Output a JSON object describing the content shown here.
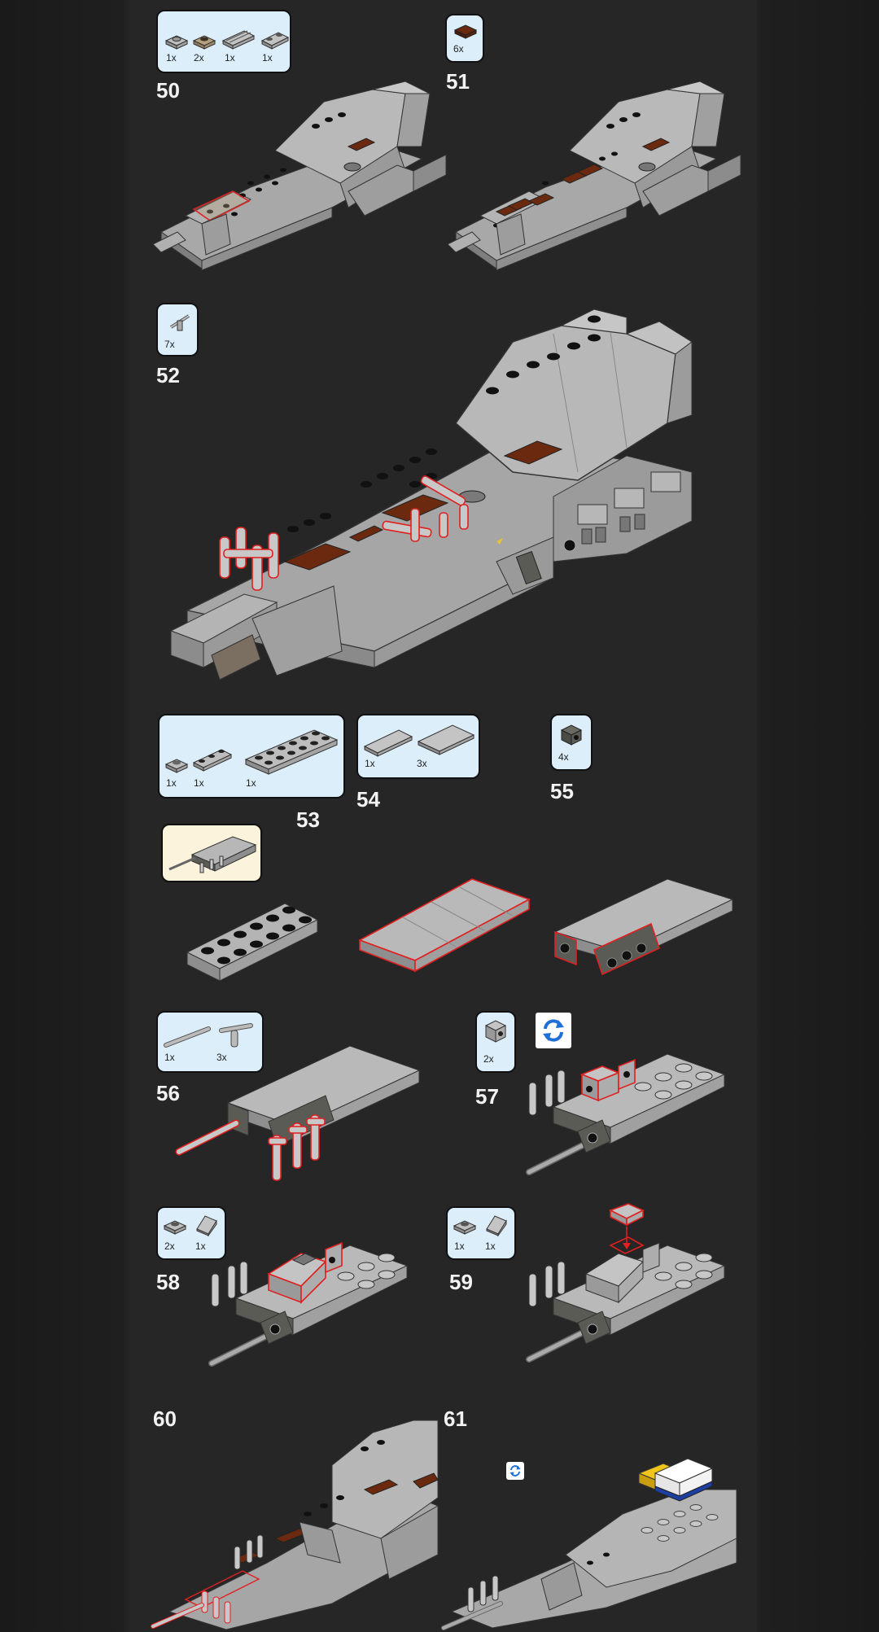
{
  "steps": {
    "s50": {
      "number": "50",
      "parts": [
        "1x",
        "2x",
        "1x",
        "1x"
      ]
    },
    "s51": {
      "number": "51",
      "parts": [
        "6x"
      ]
    },
    "s52": {
      "number": "52",
      "parts": [
        "7x"
      ]
    },
    "s53": {
      "number": "53",
      "parts": [
        "1x",
        "1x",
        "1x"
      ]
    },
    "s54": {
      "number": "54",
      "parts": [
        "1x",
        "3x"
      ]
    },
    "s55": {
      "number": "55",
      "parts": [
        "4x"
      ]
    },
    "s56": {
      "number": "56",
      "parts": [
        "1x",
        "3x"
      ]
    },
    "s57": {
      "number": "57",
      "parts": [
        "2x"
      ]
    },
    "s58": {
      "number": "58",
      "parts": [
        "2x",
        "1x"
      ]
    },
    "s59": {
      "number": "59",
      "parts": [
        "1x",
        "1x"
      ]
    },
    "s60": {
      "number": "60"
    },
    "s61": {
      "number": "61"
    }
  },
  "colors": {
    "background": "#262626",
    "parts_box": "#dceefa",
    "subassembly_box": "#fbf3dc",
    "brick_grey": "#b4b4b4",
    "brick_dark": "#5b5b55",
    "reddish_brown": "#6b2a10",
    "highlight": "#e02020",
    "rotate_icon": "#1f6fd8"
  },
  "icons": {
    "rotate": "rotate-model-icon"
  }
}
